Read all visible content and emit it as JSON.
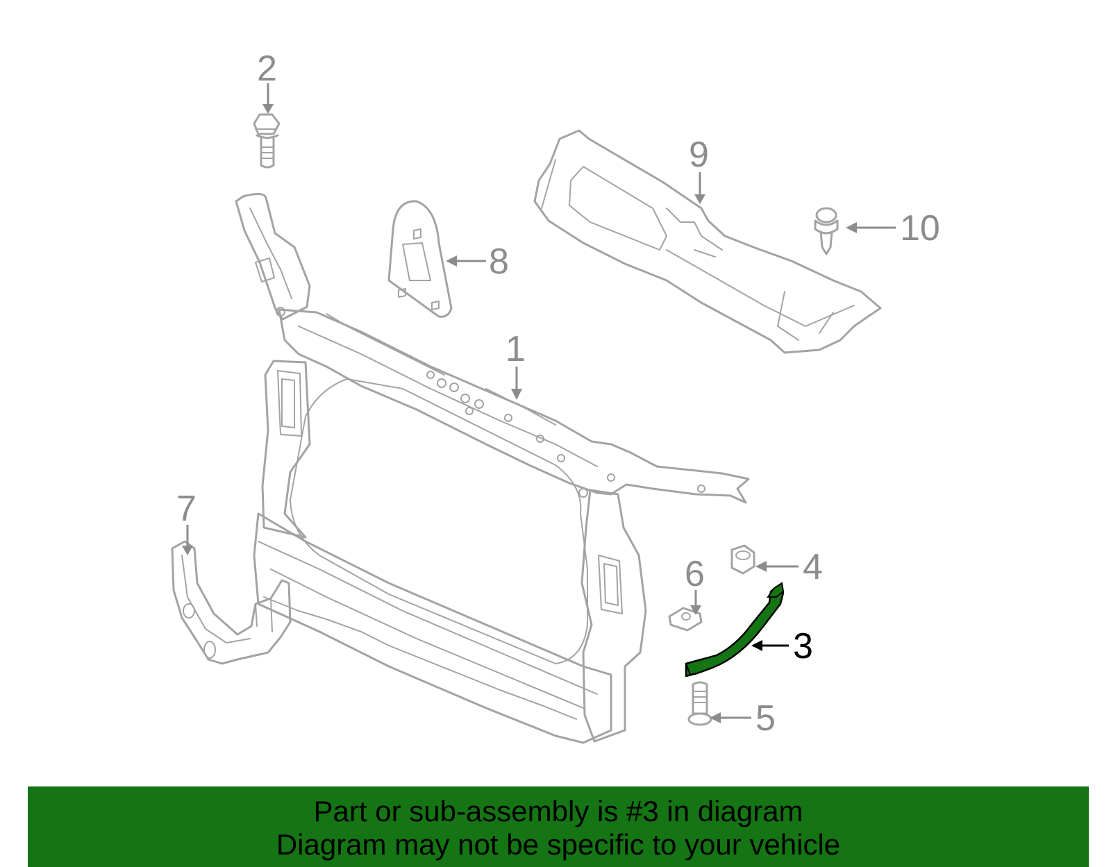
{
  "callouts": {
    "c1": "1",
    "c2": "2",
    "c3": "3",
    "c4": "4",
    "c5": "5",
    "c6": "6",
    "c7": "7",
    "c8": "8",
    "c9": "9",
    "c10": "10"
  },
  "highlight": {
    "part_number": "3",
    "color": "#157414"
  },
  "footer": {
    "line1": "Part or sub-assembly is #3 in diagram",
    "line2": "Diagram may not be specific to your vehicle",
    "background": "#157414"
  }
}
